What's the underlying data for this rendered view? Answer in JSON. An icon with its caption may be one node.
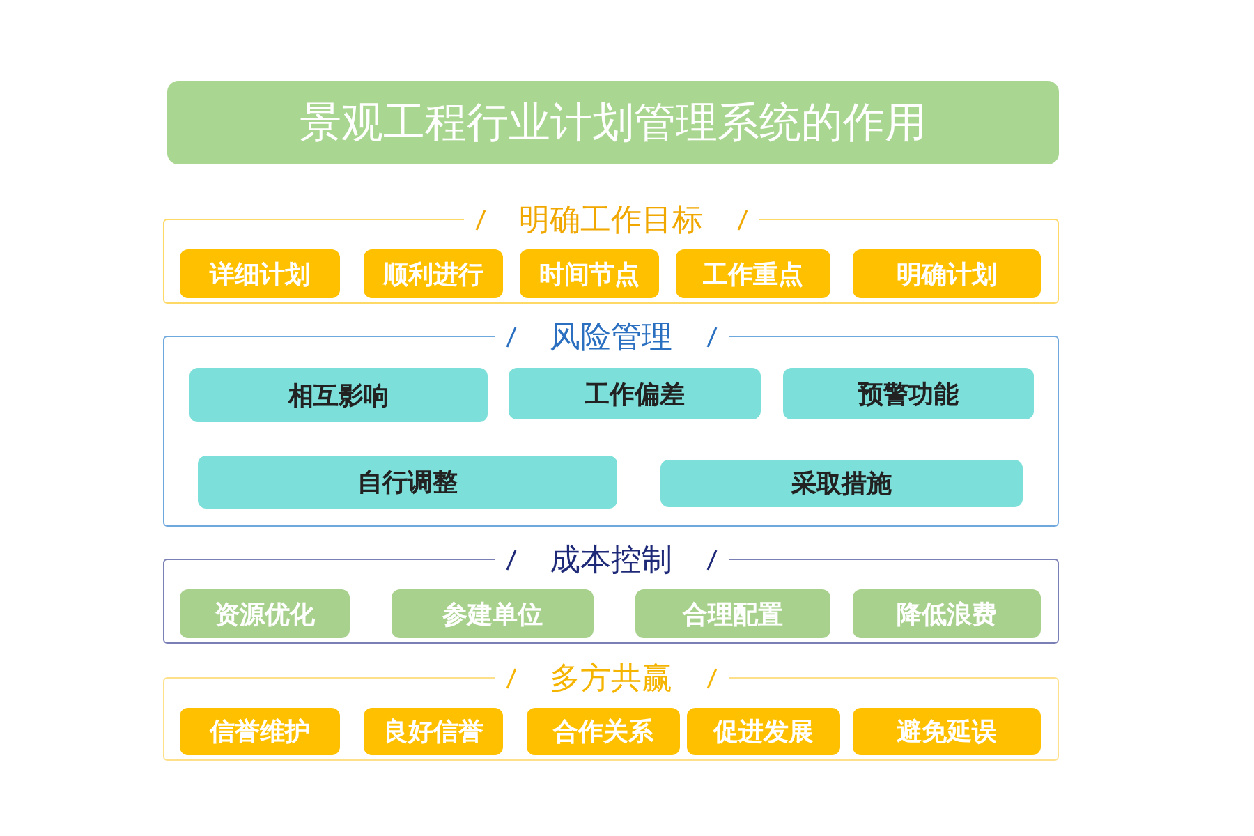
{
  "diagram": {
    "title": "景观工程行业计划管理系统的作用",
    "nodes": [
      {
        "text": [
          "明确工作目标"
        ]
      },
      {
        "text": [
          "详细计划"
        ],
        "in": 0
      },
      {
        "text": [
          "顺利进行"
        ],
        "in": 0
      },
      {
        "text": [
          "时间节点"
        ],
        "in": 0
      },
      {
        "text": [
          "工作重点"
        ],
        "in": 0
      },
      {
        "text": [
          "明确计划"
        ],
        "in": 0
      },
      {
        "text": [
          "风险管理"
        ]
      },
      {
        "text": [
          "相互影响"
        ],
        "in": 6
      },
      {
        "text": [
          "工作偏差"
        ],
        "in": 6
      },
      {
        "text": [
          "预警功能"
        ],
        "in": 6
      },
      {
        "text": [
          "自行调整"
        ],
        "in": 6
      },
      {
        "text": [
          "采取措施"
        ],
        "in": 6
      },
      {
        "text": [
          "成本控制"
        ]
      },
      {
        "text": [
          "资源优化"
        ],
        "in": 12
      },
      {
        "text": [
          "参建单位"
        ],
        "in": 12
      },
      {
        "text": [
          "合理配置"
        ],
        "in": 12
      },
      {
        "text": [
          "降低浪费"
        ],
        "in": 12
      },
      {
        "text": [
          "多方共赢"
        ]
      },
      {
        "text": [
          "信誉维护"
        ],
        "in": 17
      },
      {
        "text": [
          "良好信誉"
        ],
        "in": 17
      },
      {
        "text": [
          "合作关系"
        ],
        "in": 17
      },
      {
        "text": [
          "促进发展"
        ],
        "in": 17
      },
      {
        "text": [
          "避免延误"
        ],
        "in": 17
      }
    ]
  }
}
